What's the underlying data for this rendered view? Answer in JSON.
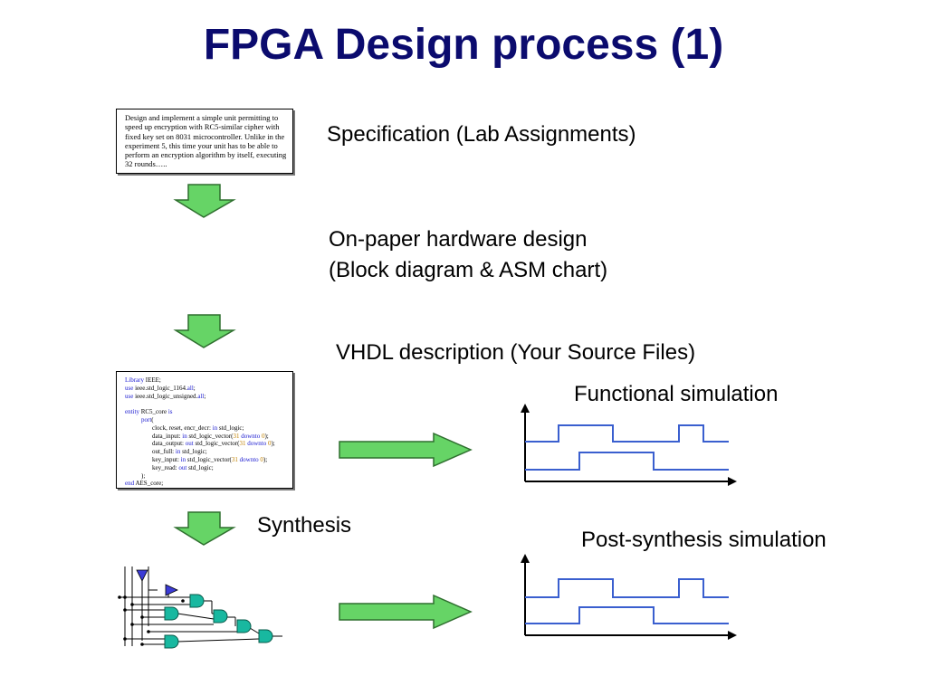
{
  "title": "FPGA Design process (1)",
  "spec_text": "Design and implement a simple unit permitting to speed up encryption with RC5-similar cipher with fixed key set on 8031 microcontroller. Unlike in the experiment 5, this time your unit has to be able to perform an encryption algorithm by itself, executing 32 rounds…..",
  "labels": {
    "specification": "Specification (Lab Assignments)",
    "onpaper_line1": "On-paper hardware design",
    "onpaper_line2": "(Block diagram & ASM chart)",
    "vhdl": "VHDL description (Your Source Files)",
    "functional": "Functional simulation",
    "synthesis": "Synthesis",
    "post_synthesis": "Post-synthesis simulation"
  },
  "code": {
    "l1_kw": "Library",
    "l1_rest": " IEEE;",
    "l2_kw": "use",
    "l2_mid": " ieee.std_logic_1164.",
    "l2_kw2": "all",
    "l2_end": ";",
    "l3_kw": "use",
    "l3_mid": " ieee.std_logic_unsigned.",
    "l3_kw2": "all",
    "l3_end": ";",
    "l4_kw": "entity",
    "l4_mid": " RC5_core ",
    "l4_kw2": "is",
    "l5_kw": "port",
    "l5_end": "(",
    "l6_pre": "clock, reset, encr_decr: ",
    "l6_kw": "in",
    "l6_end": " std_logic;",
    "l7_pre": "data_input: ",
    "l7_kw": "in",
    "l7_mid": " std_logic_vector(",
    "l7_n1": "31",
    "l7_kw2": " downto ",
    "l7_n2": "0",
    "l7_end": ");",
    "l8_pre": "data_output: ",
    "l8_kw": "out",
    "l8_mid": " std_logic_vector(",
    "l8_n1": "31",
    "l8_kw2": " downto ",
    "l8_n2": "0",
    "l8_end": ");",
    "l9_pre": "out_full: ",
    "l9_kw": "in",
    "l9_end": " std_logic;",
    "l10_pre": "key_input: ",
    "l10_kw": "in",
    "l10_mid": " std_logic_vector(",
    "l10_n1": "31",
    "l10_kw2": " downto ",
    "l10_n2": "0",
    "l10_end": ");",
    "l11_pre": "key_read: ",
    "l11_kw": "out",
    "l11_end": " std_logic;",
    "l12": ");",
    "l13_kw": "end",
    "l13_end": " AES_core;"
  },
  "colors": {
    "title": "#0b0b6e",
    "arrow_fill": "#66d466",
    "arrow_stroke": "#2f6f2f",
    "waveform": "#3a5fcf",
    "gate_fill": "#18b8a0",
    "gate_stroke": "#0a5a4a",
    "buffer_fill": "#3b3bd6"
  },
  "icons": [
    "down-arrow-icon",
    "right-arrow-icon",
    "waveform-icon",
    "logic-gates-icon"
  ]
}
